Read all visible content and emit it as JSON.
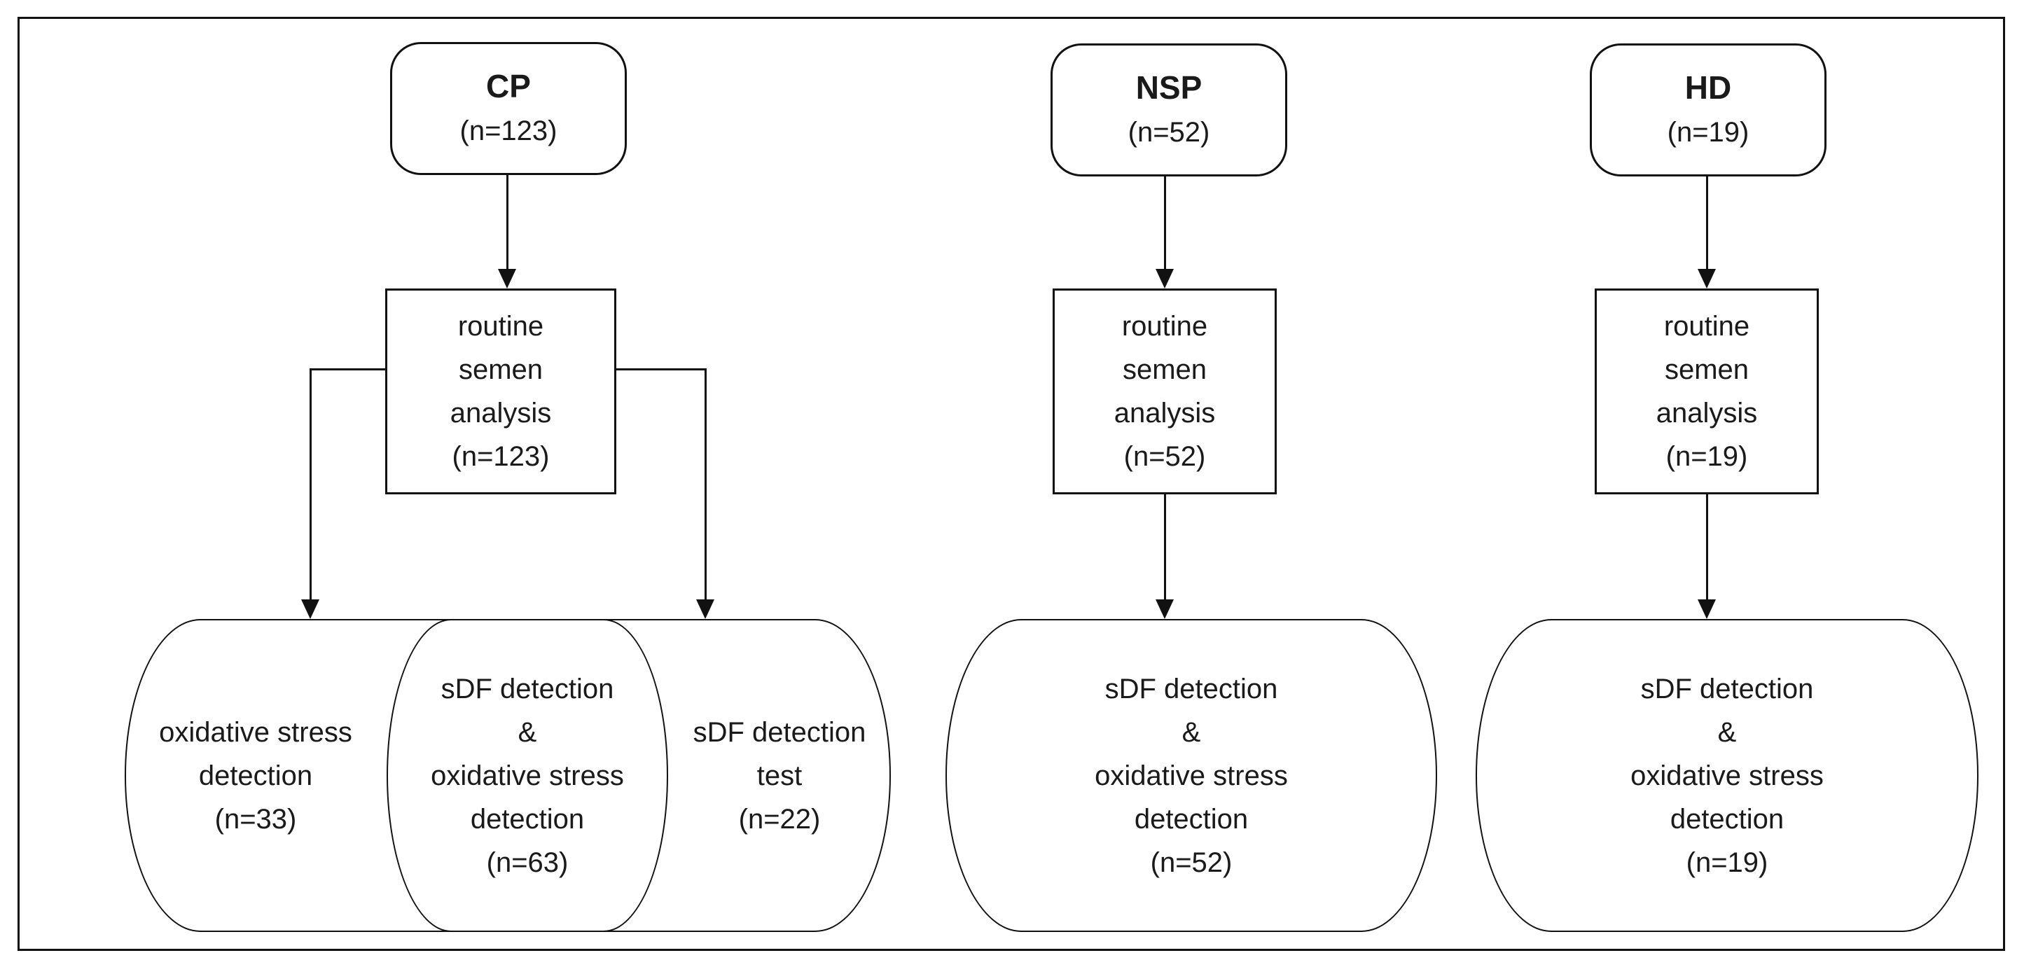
{
  "groups": {
    "cp": {
      "name": "CP",
      "n_label": "(n=123)",
      "routine_box": [
        "routine",
        "semen",
        "analysis",
        "(n=123)"
      ],
      "outcome_left": [
        "oxidative stress",
        "detection",
        "(n=33)"
      ],
      "outcome_overlap": [
        "sDF detection",
        "&",
        "oxidative stress",
        "detection",
        "(n=63)"
      ],
      "outcome_right": [
        "sDF detection",
        "test",
        "(n=22)"
      ]
    },
    "nsp": {
      "name": "NSP",
      "n_label": "(n=52)",
      "routine_box": [
        "routine",
        "semen",
        "analysis",
        "(n=52)"
      ],
      "outcome": [
        "sDF detection",
        "&",
        "oxidative stress",
        "detection",
        "(n=52)"
      ]
    },
    "hd": {
      "name": "HD",
      "n_label": "(n=19)",
      "routine_box": [
        "routine",
        "semen",
        "analysis",
        "(n=19)"
      ],
      "outcome": [
        "sDF detection",
        "&",
        "oxidative stress",
        "detection",
        "(n=19)"
      ]
    }
  },
  "colors": {
    "stroke": "#111111",
    "text": "#1a1a1a",
    "background": "#ffffff"
  }
}
